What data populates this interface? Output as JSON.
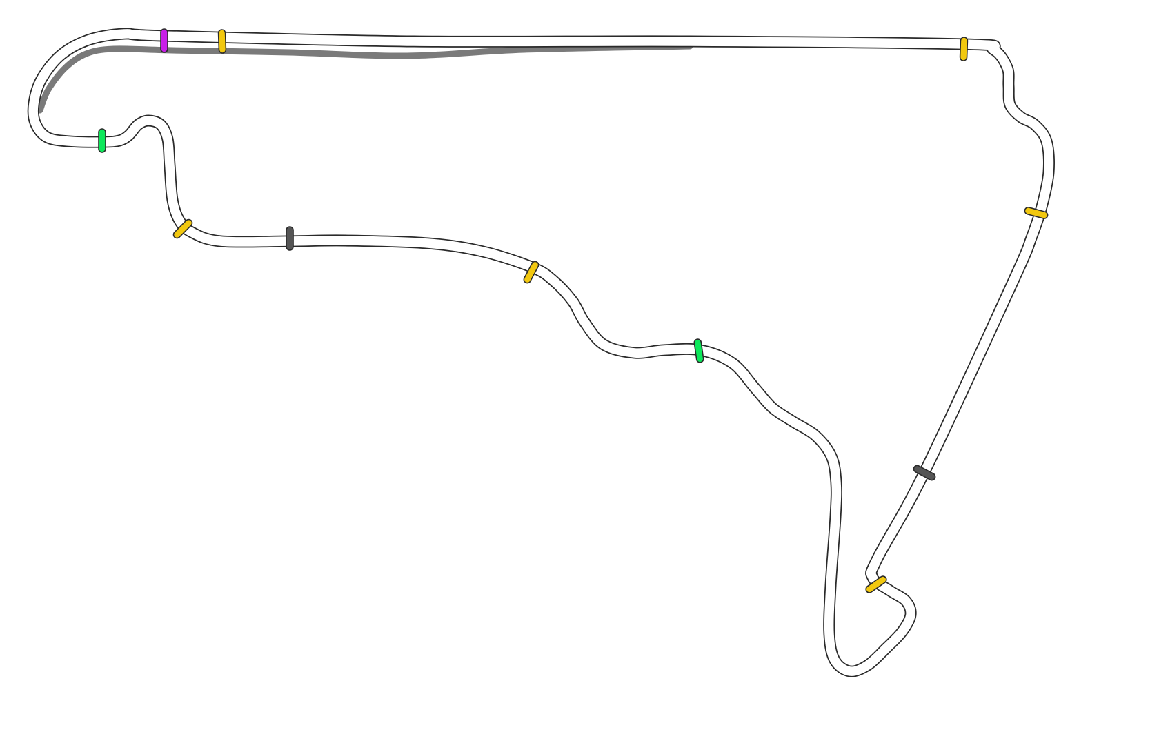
{
  "colors": {
    "background": "#ffffff",
    "track_edge": "#2a2a2a",
    "track_surface": "#ffffff",
    "pit_lane": "#7a7a7a",
    "sector_purple": "#c81ee8",
    "sector_green": "#0ce85a",
    "sector_yellow": "#f2c80f",
    "sector_grey": "#555555"
  },
  "markers": [
    {
      "status": "purple"
    },
    {
      "status": "yellow"
    },
    {
      "status": "yellow"
    },
    {
      "status": "yellow"
    },
    {
      "status": "grey"
    },
    {
      "status": "yellow"
    },
    {
      "status": "green"
    },
    {
      "status": "yellow"
    },
    {
      "status": "grey"
    },
    {
      "status": "yellow"
    },
    {
      "status": "green"
    }
  ]
}
